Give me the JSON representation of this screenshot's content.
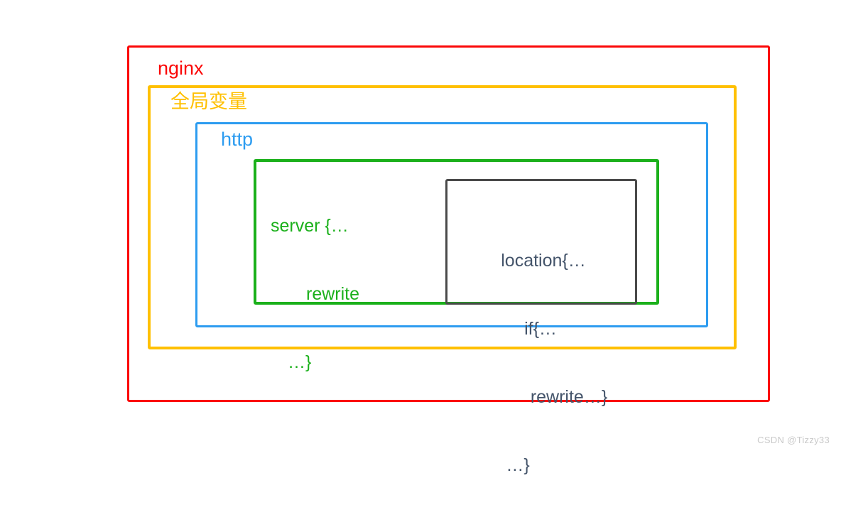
{
  "diagram": {
    "title": "nginx configuration block nesting",
    "background_color": "#ffffff",
    "levels": {
      "nginx": {
        "label": "nginx",
        "color": "#fb0707"
      },
      "global": {
        "label": "全局变量",
        "color": "#ffc000"
      },
      "http": {
        "label": "http",
        "color": "#2d9cf0"
      },
      "server": {
        "color": "#1bb01b",
        "code_lines": [
          "server {…",
          "rewrite",
          "…}"
        ]
      },
      "location": {
        "color": "#4a4a4a",
        "text_color": "#44546a",
        "code_lines": [
          "location{…",
          "if{…",
          "rewrite…}",
          "…}"
        ]
      }
    }
  },
  "watermark": {
    "text": "CSDN @Tizzy33"
  }
}
